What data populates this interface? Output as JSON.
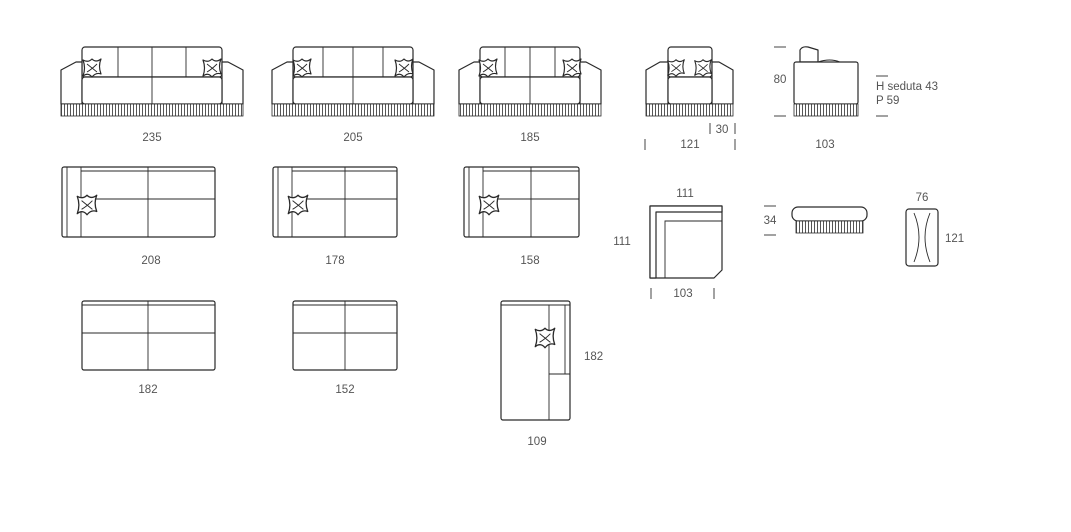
{
  "sheet": {
    "sofas_front": {
      "w235": "235",
      "w205": "205",
      "w185": "185"
    },
    "armchair": {
      "width": "121",
      "arm": "30"
    },
    "side_view": {
      "height": "80",
      "depth": "103",
      "seat_height": "H seduta 43",
      "seat_depth": "P 59"
    },
    "sofas_top": {
      "w208": "208",
      "w178": "178",
      "w158": "158"
    },
    "corner": {
      "width": "111",
      "depth": "111",
      "inner": "103"
    },
    "ottoman": {
      "height": "34"
    },
    "pouf": {
      "width": "76",
      "length": "121"
    },
    "modules": {
      "w182": "182",
      "w152": "152"
    },
    "chaise": {
      "width": "109",
      "length": "182"
    }
  }
}
